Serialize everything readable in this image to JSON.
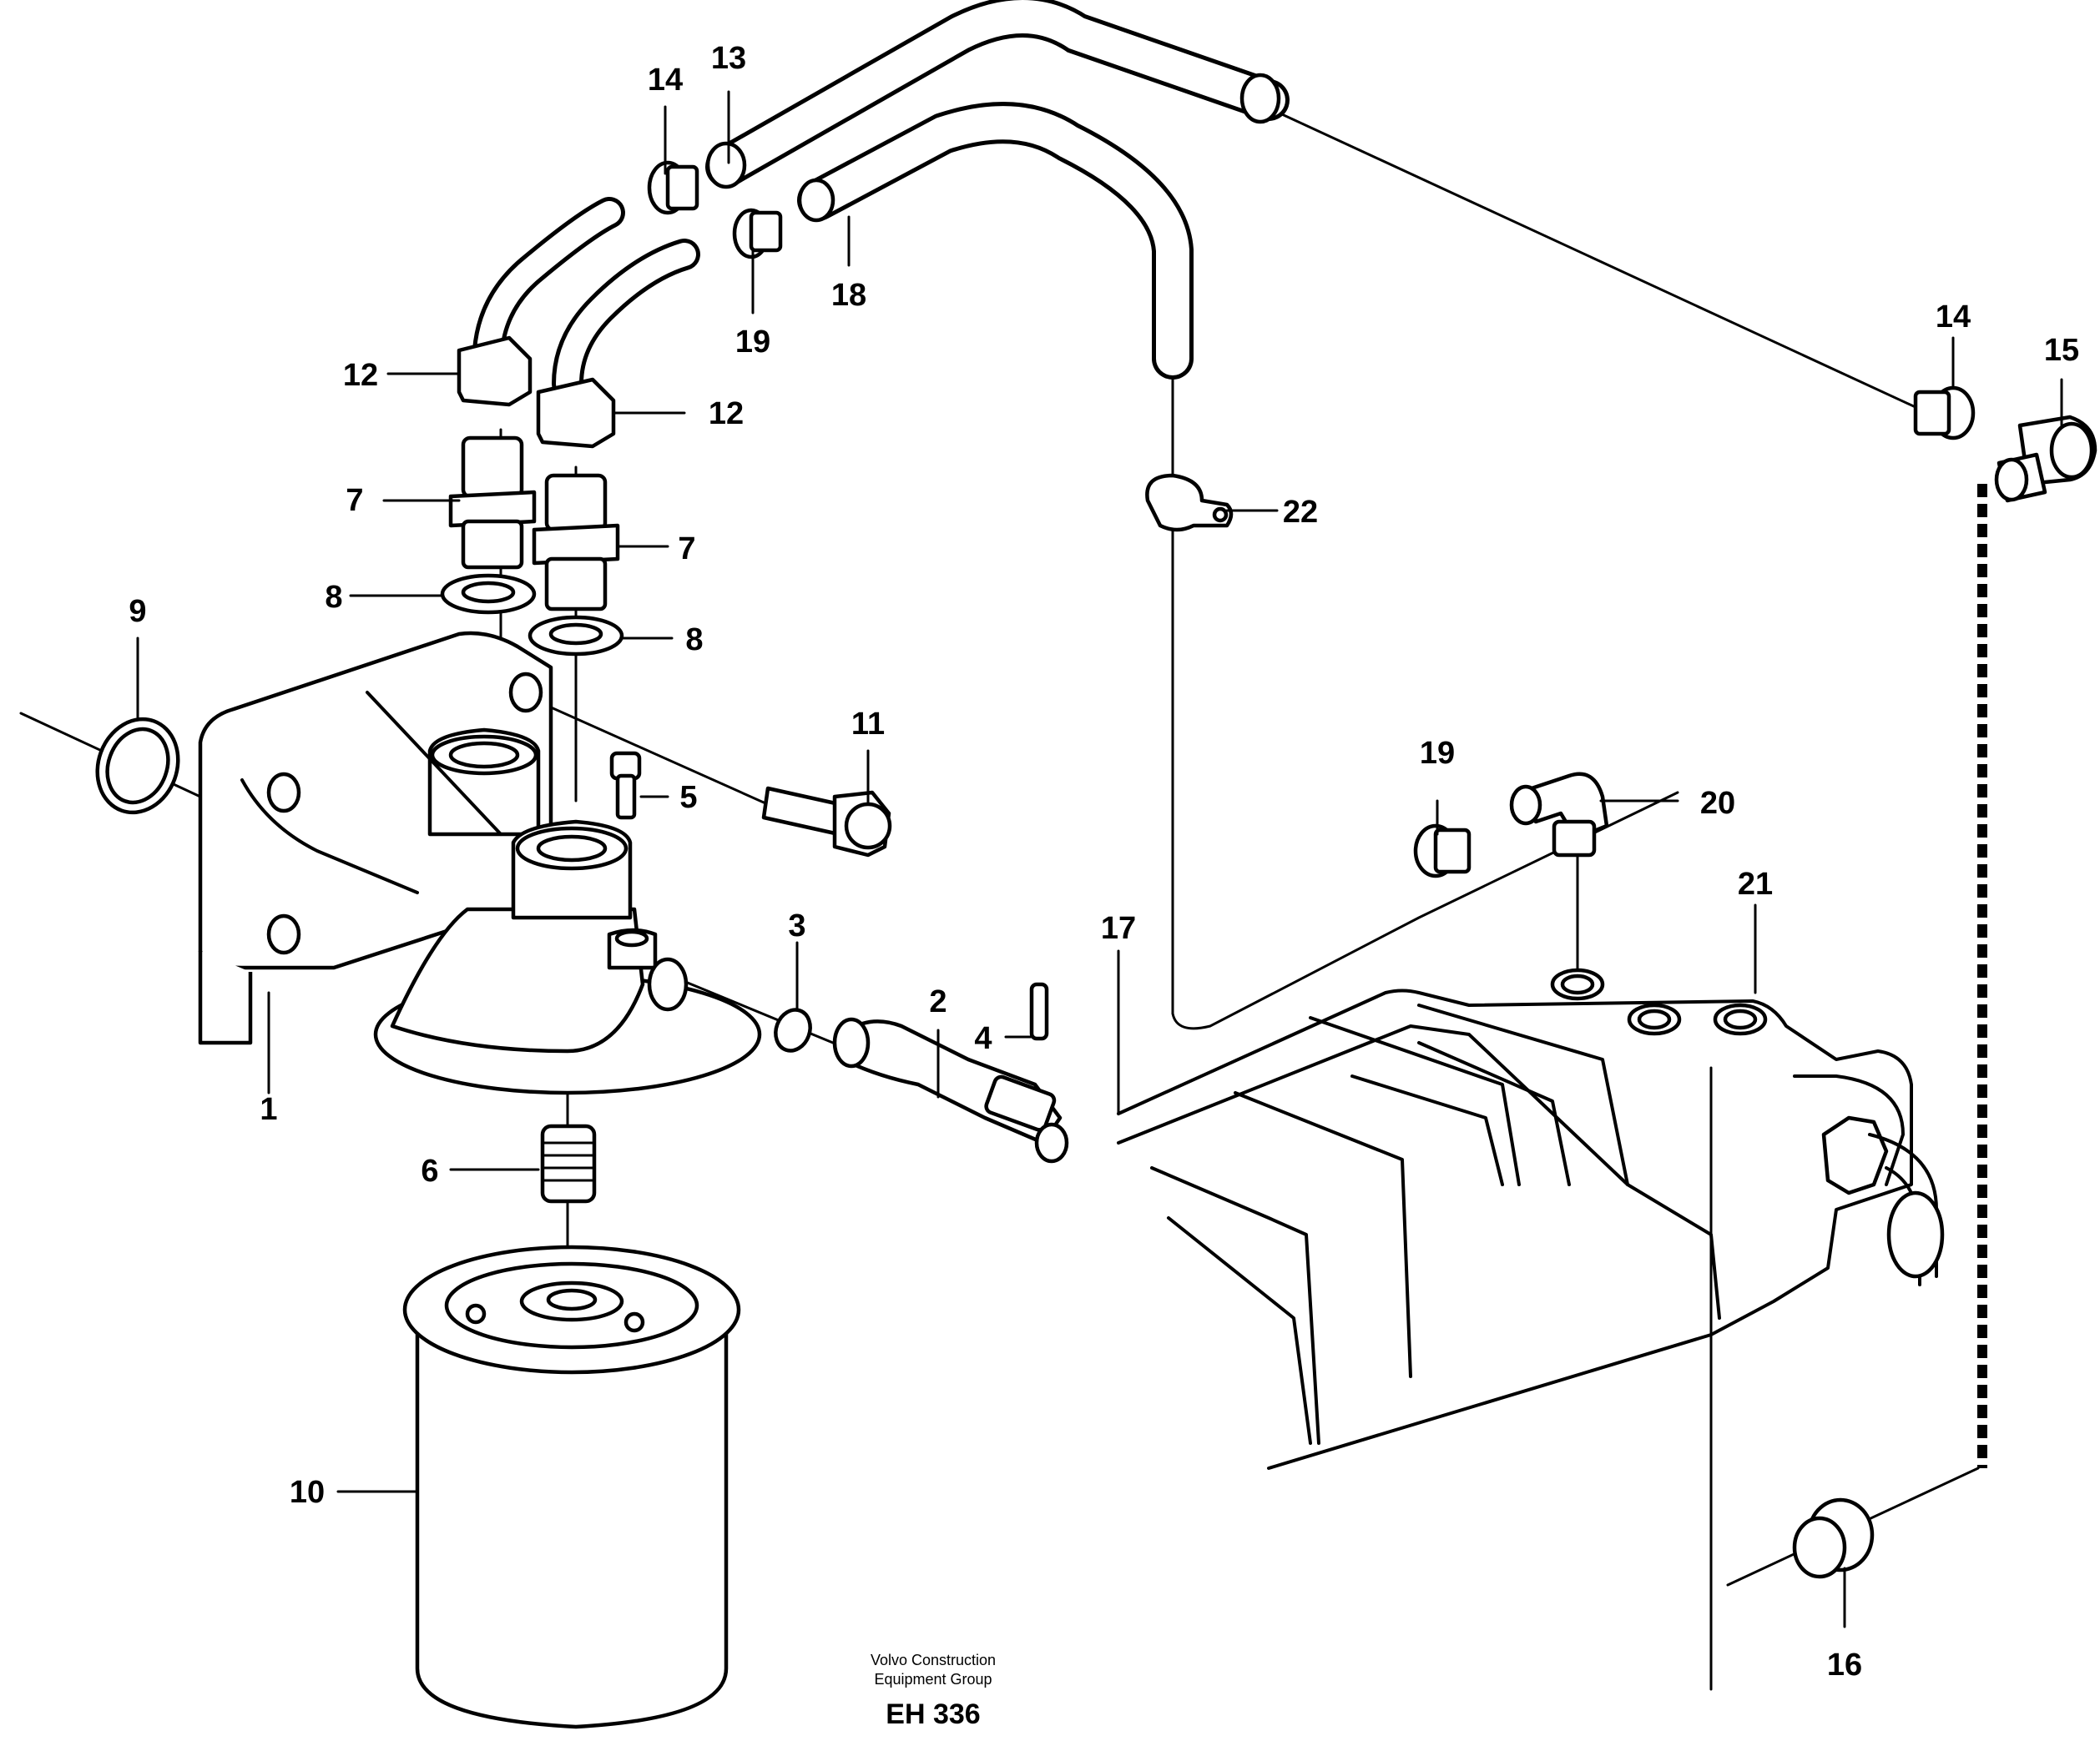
{
  "callouts": [
    "1",
    "2",
    "3",
    "4",
    "5",
    "6",
    "7",
    "7",
    "8",
    "8",
    "9",
    "10",
    "11",
    "12",
    "12",
    "13",
    "14",
    "14",
    "15",
    "16",
    "17",
    "18",
    "19",
    "19",
    "20",
    "21",
    "22"
  ],
  "footer": {
    "line1": "Volvo Construction",
    "line2": "Equipment Group",
    "code": "EH 336"
  }
}
